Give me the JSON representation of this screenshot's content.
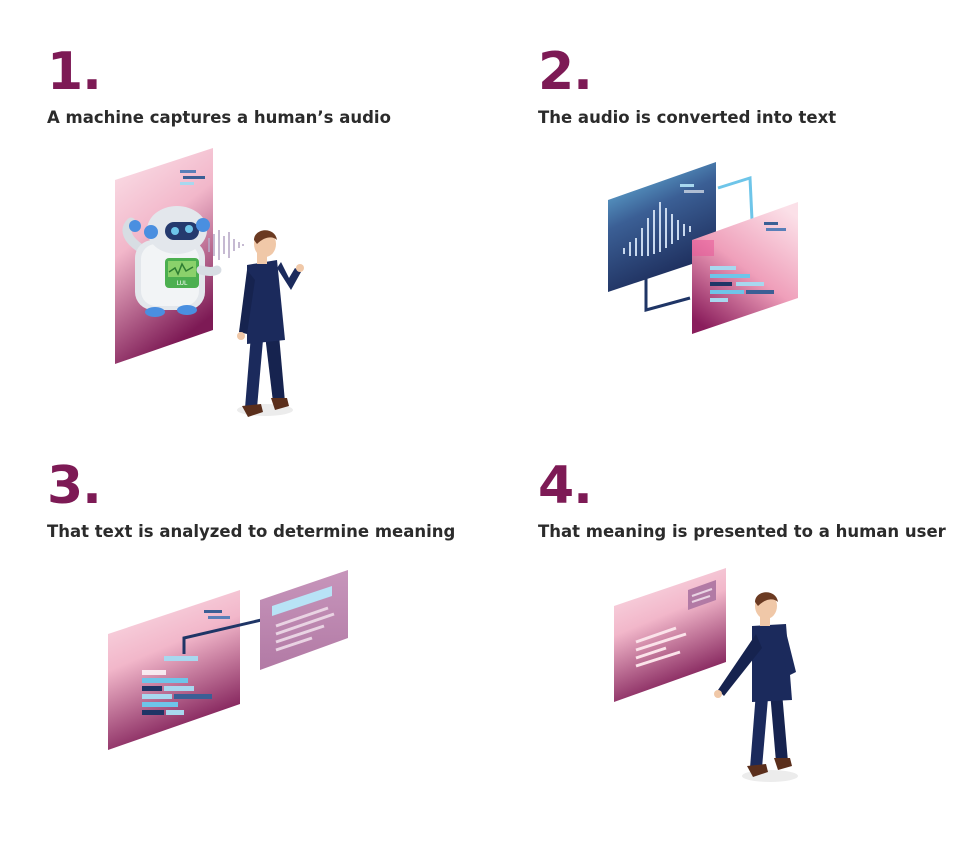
{
  "steps": [
    {
      "number": "1.",
      "caption": "A machine captures a human’s audio",
      "robot_badge_text": "LUL"
    },
    {
      "number": "2.",
      "caption": "The audio is converted into text"
    },
    {
      "number": "3.",
      "caption": "That text is analyzed to determine meaning"
    },
    {
      "number": "4.",
      "caption": "That meaning is presented to a human user"
    }
  ],
  "colors": {
    "accent": "#7d1a55",
    "caption": "#2b2b2b",
    "panel_pink_light": "#f7c9d6",
    "panel_pink_dark": "#7d1a55",
    "suit_navy": "#1b2a5c",
    "light_blue": "#a8d8ef",
    "dark_panel": "#1f3566"
  }
}
